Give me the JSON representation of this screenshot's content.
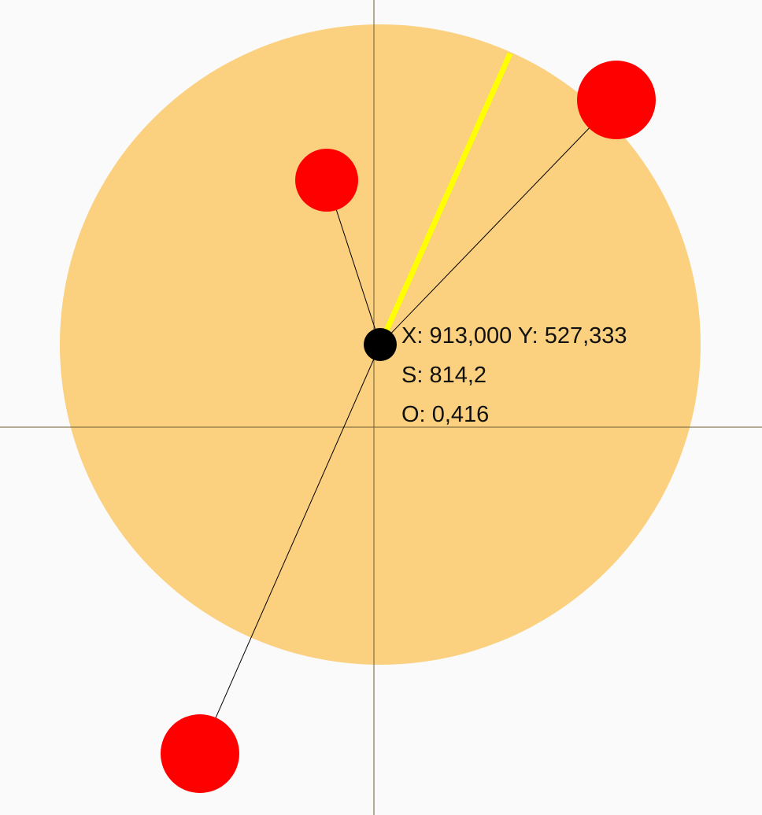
{
  "colors": {
    "background": "#fafafa",
    "disc": "#fbd07f",
    "axis_line": "#6e5a34",
    "red_ball": "#ff0000",
    "indicator": "#ffff00",
    "center": "#000000",
    "connector": "#000000"
  },
  "readout": {
    "x_label": "X:",
    "x_value": "913,000",
    "y_label": "Y:",
    "y_value": "527,333",
    "s_label": "S:",
    "s_value": "814,2",
    "o_label": "O:",
    "o_value": "0,416"
  }
}
